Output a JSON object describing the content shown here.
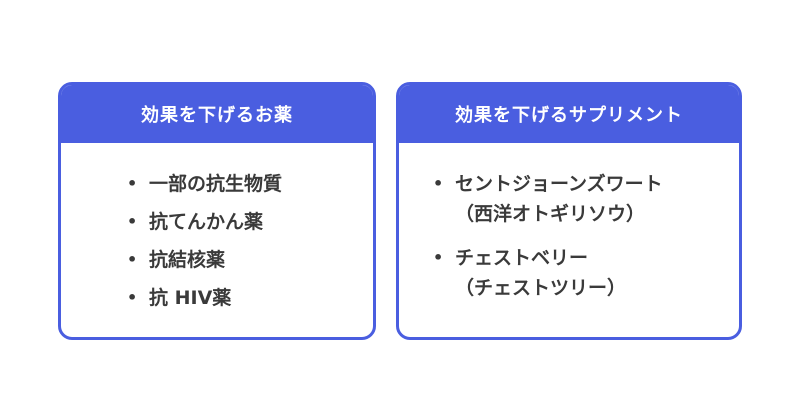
{
  "left_card": {
    "title": "効果を下げるお薬",
    "items": [
      "一部の抗生物質",
      "抗てんかん薬",
      "抗結核薬",
      "抗 HIV薬"
    ]
  },
  "right_card": {
    "title": "効果を下げるサプリメント",
    "items": [
      {
        "name": "セントジョーンズワート",
        "note": "（西洋オトギリソウ）"
      },
      {
        "name": "チェストベリー",
        "note": "（チェストツリー）"
      }
    ]
  },
  "colors": {
    "accent": "#4a5ee0",
    "text": "#3a3a3a"
  }
}
